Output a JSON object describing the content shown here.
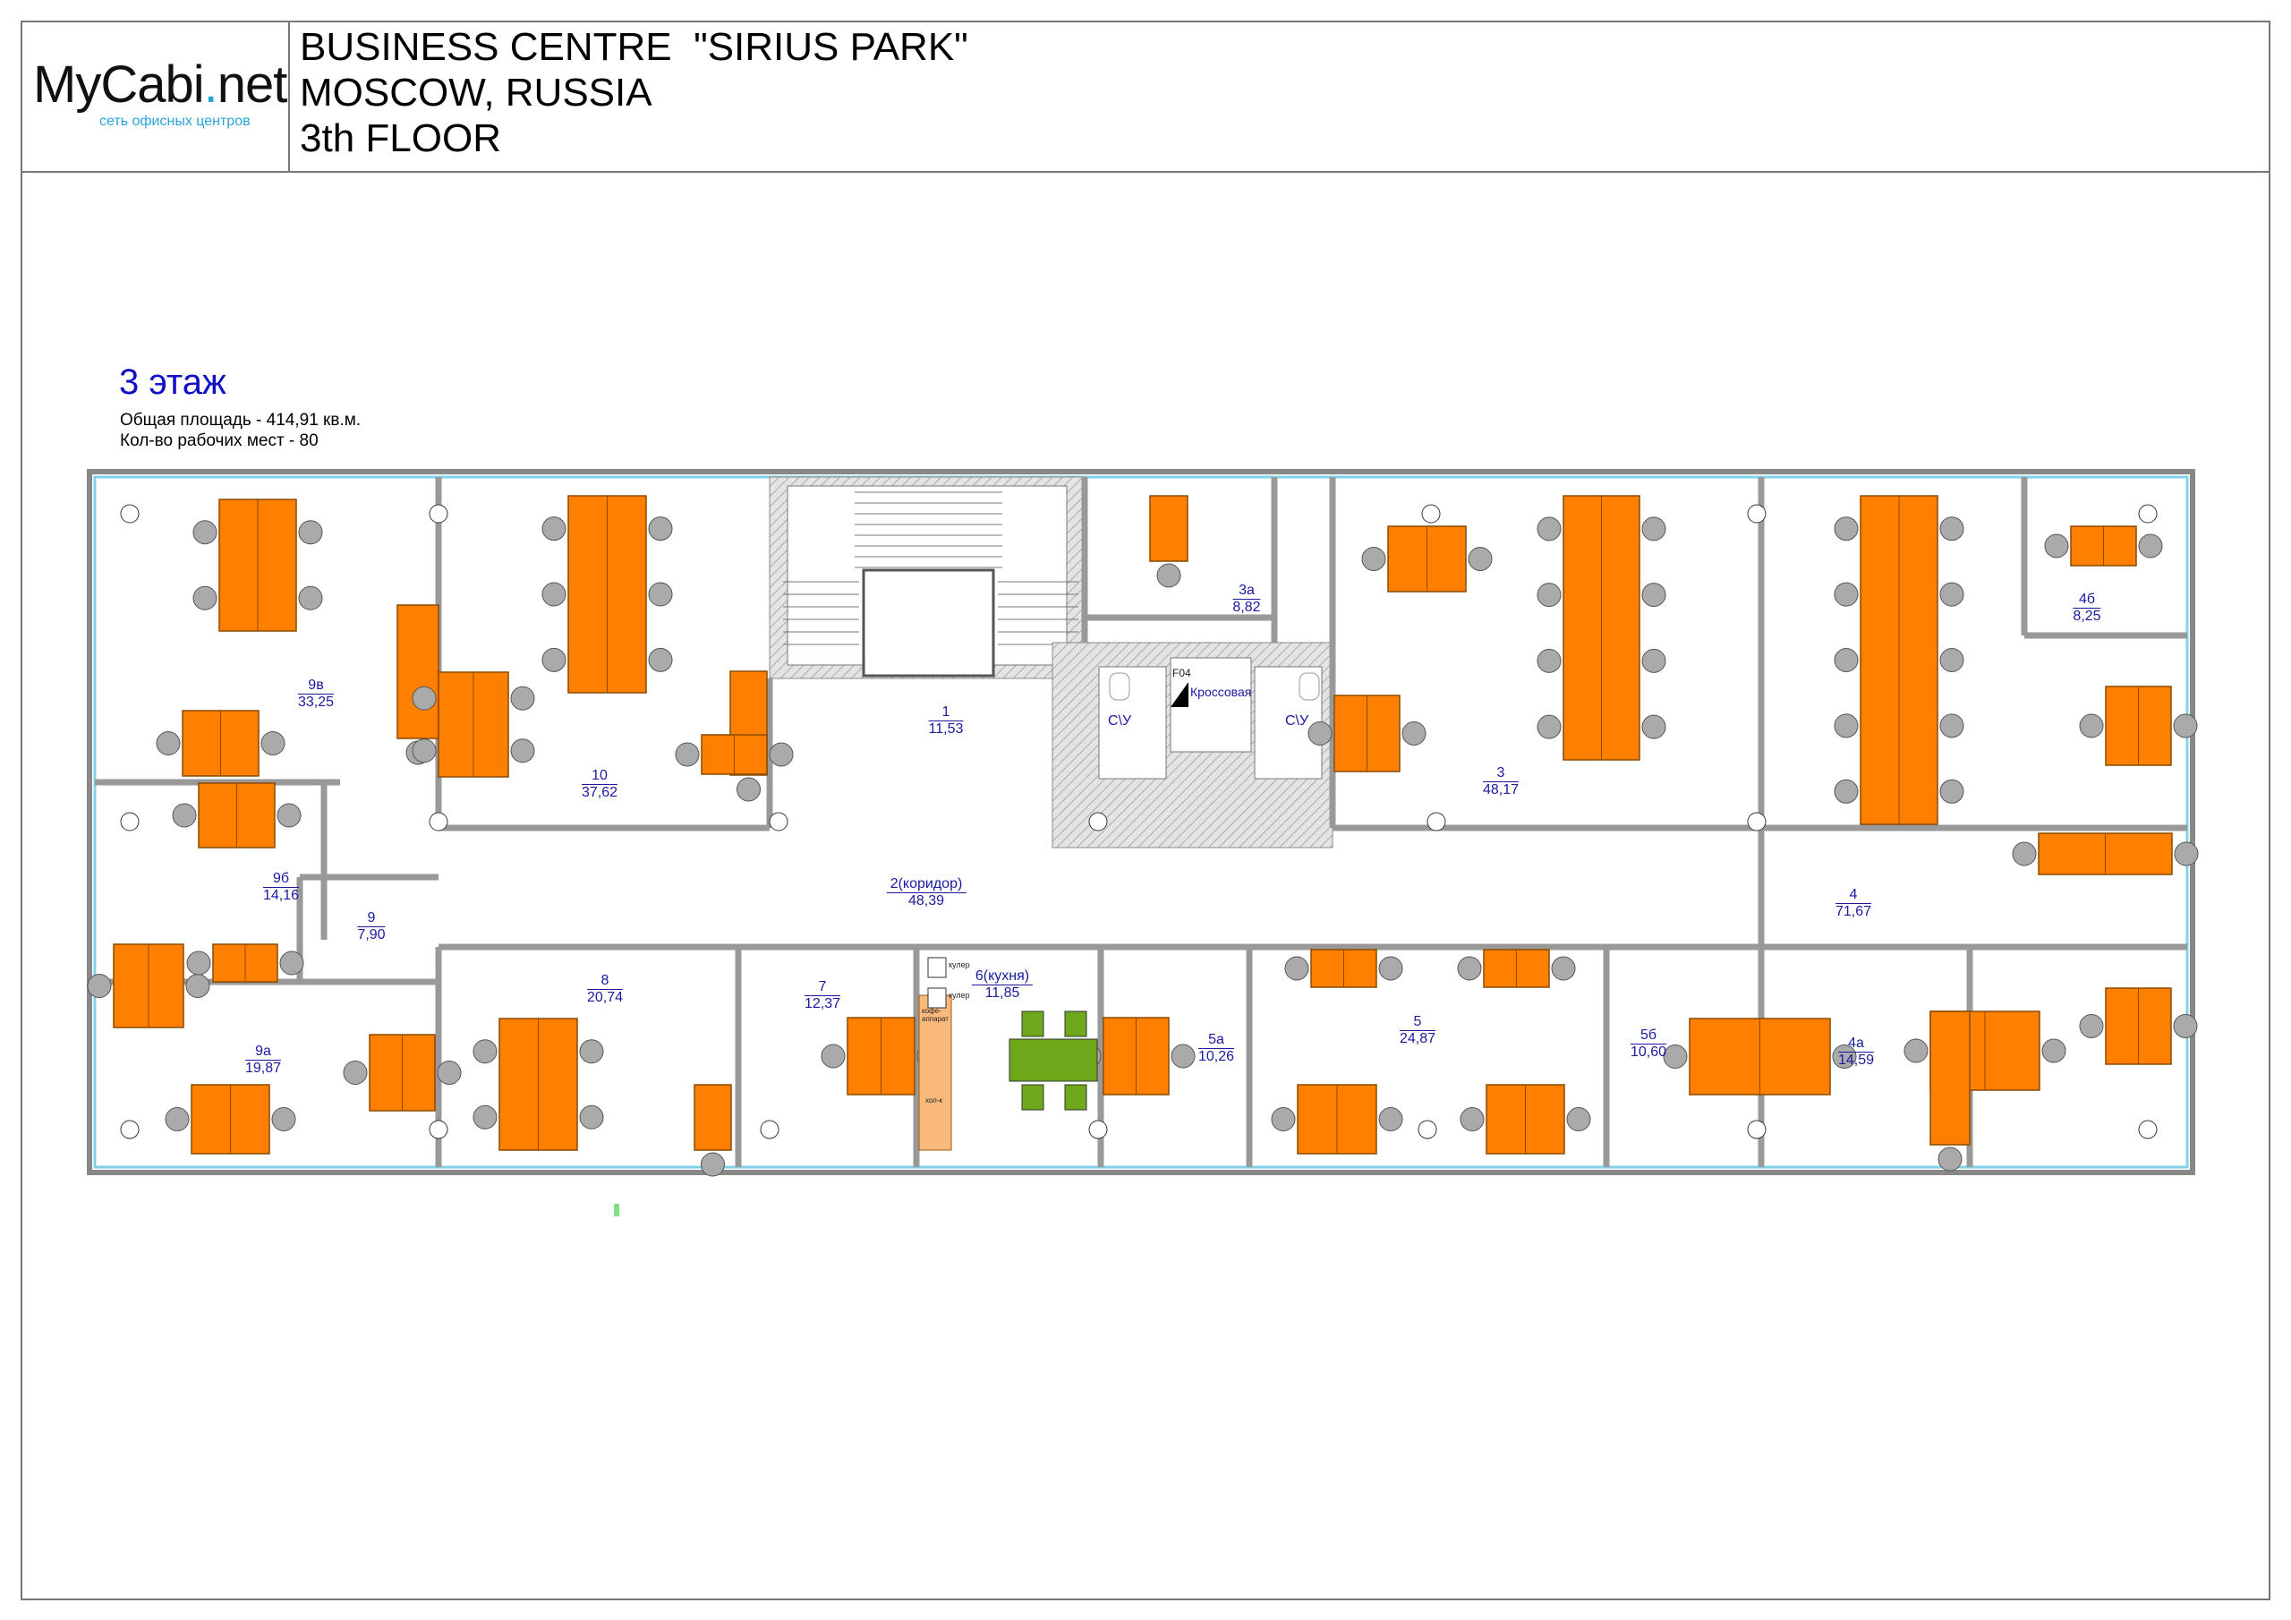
{
  "header": {
    "logo_main_a": "MyCabi",
    "logo_main_dot": ".",
    "logo_main_b": "net",
    "logo_sub": "сеть офисных центров",
    "line1": "BUSINESS CENTRE  \"SIRIUS PARK\"",
    "line2": "MOSCOW, RUSSIA",
    "line3": "3th FLOOR"
  },
  "floor": {
    "title": "3 этаж",
    "total_area": "Общая площадь - 414,91 кв.м.",
    "workplaces": "Кол-во рабочих мест -  80"
  },
  "rooms": [
    {
      "id": "9в",
      "area": "33,25"
    },
    {
      "id": "10",
      "area": "37,62"
    },
    {
      "id": "1",
      "area": "11,53"
    },
    {
      "id": "3а",
      "area": "8,82"
    },
    {
      "id": "3",
      "area": "48,17"
    },
    {
      "id": "4б",
      "area": "8,25"
    },
    {
      "id": "9б",
      "area": "14,16"
    },
    {
      "id": "9",
      "area": "7,90"
    },
    {
      "id": "2(коридор)",
      "area": "48,39"
    },
    {
      "id": "4",
      "area": "71,67"
    },
    {
      "id": "8",
      "area": "20,74"
    },
    {
      "id": "7",
      "area": "12,37"
    },
    {
      "id": "6(кухня)",
      "area": "11,85"
    },
    {
      "id": "5а",
      "area": "10,26"
    },
    {
      "id": "5",
      "area": "24,87"
    },
    {
      "id": "5б",
      "area": "10,60"
    },
    {
      "id": "4а",
      "area": "14,59"
    },
    {
      "id": "9а",
      "area": "19,87"
    }
  ],
  "core": {
    "wc_left": "С\\У",
    "wc_right": "С\\У",
    "server_code": "F04",
    "server_room": "Кроссовая"
  },
  "kitchen": {
    "cooler1": "кулер",
    "cooler2": "кулер",
    "coffee": "кофе-аппарат",
    "fridge": "хол-к"
  },
  "colors": {
    "desk": "#ff7f00",
    "kitchen_table": "#6fa81a",
    "counter": "#f9b97a",
    "label": "#1a1aa0",
    "glass": "#7fd3e8"
  }
}
